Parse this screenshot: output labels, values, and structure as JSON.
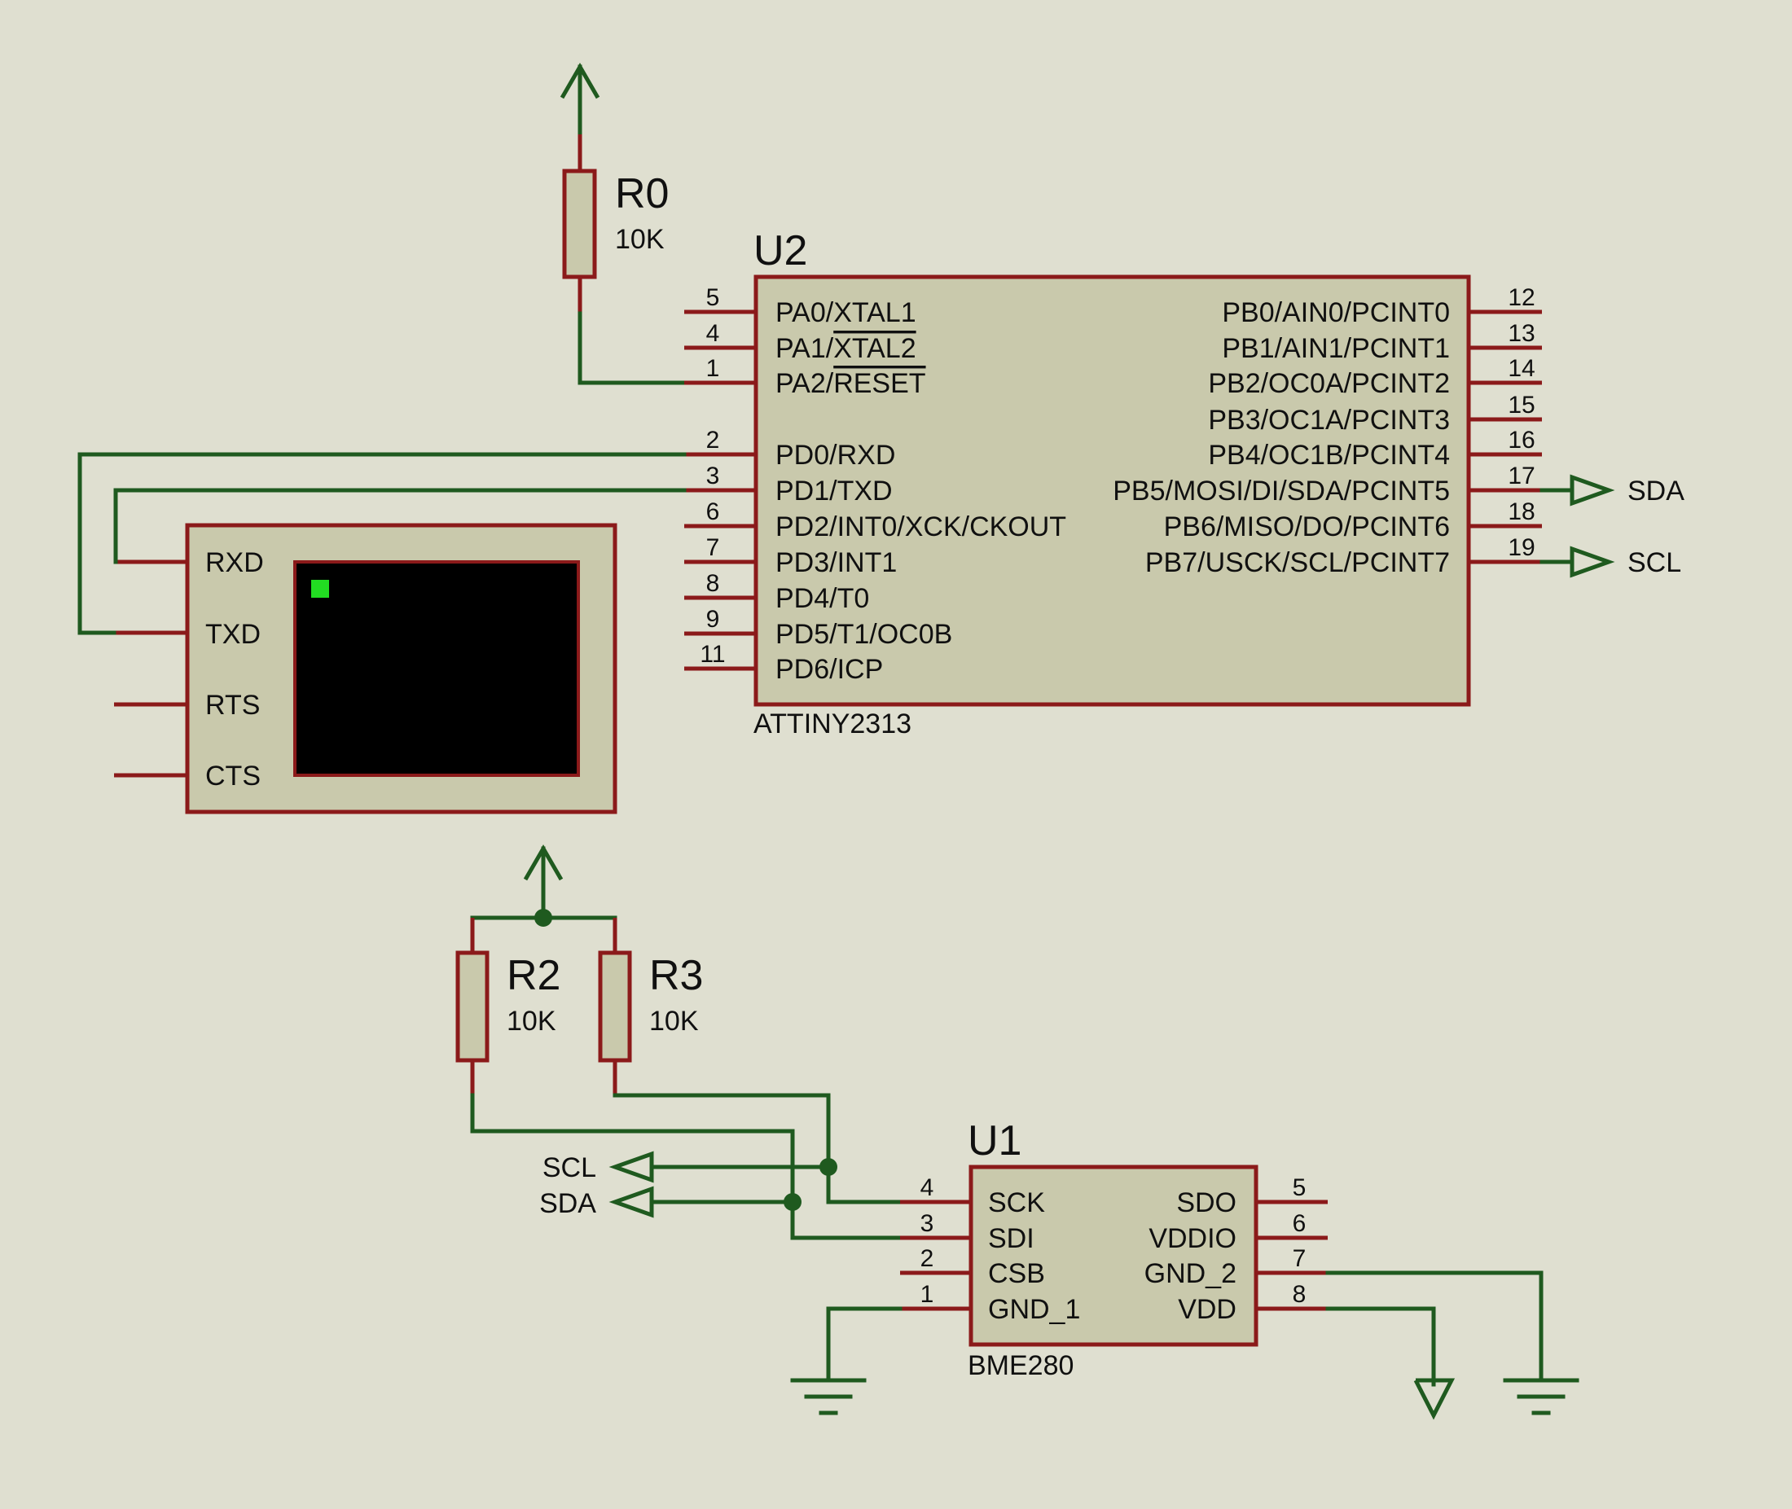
{
  "r0": {
    "ref": "R0",
    "value": "10K"
  },
  "r2": {
    "ref": "R2",
    "value": "10K"
  },
  "r3": {
    "ref": "R3",
    "value": "10K"
  },
  "u2": {
    "ref": "U2",
    "part": "ATTINY2313",
    "left_pins": [
      {
        "num": "5",
        "name": "PA0/XTAL1"
      },
      {
        "num": "4",
        "name": "PA1/XTAL2"
      },
      {
        "num": "1",
        "name": "PA2/RESET"
      },
      {
        "num": "2",
        "name": "PD0/RXD"
      },
      {
        "num": "3",
        "name": "PD1/TXD"
      },
      {
        "num": "6",
        "name": "PD2/INT0/XCK/CKOUT"
      },
      {
        "num": "7",
        "name": "PD3/INT1"
      },
      {
        "num": "8",
        "name": "PD4/T0"
      },
      {
        "num": "9",
        "name": "PD5/T1/OC0B"
      },
      {
        "num": "11",
        "name": "PD6/ICP"
      }
    ],
    "right_pins": [
      {
        "num": "12",
        "name": "PB0/AIN0/PCINT0"
      },
      {
        "num": "13",
        "name": "PB1/AIN1/PCINT1"
      },
      {
        "num": "14",
        "name": "PB2/OC0A/PCINT2"
      },
      {
        "num": "15",
        "name": "PB3/OC1A/PCINT3"
      },
      {
        "num": "16",
        "name": "PB4/OC1B/PCINT4"
      },
      {
        "num": "17",
        "name": "PB5/MOSI/DI/SDA/PCINT5"
      },
      {
        "num": "18",
        "name": "PB6/MISO/DO/PCINT6"
      },
      {
        "num": "19",
        "name": "PB7/USCK/SCL/PCINT7"
      }
    ]
  },
  "terminal": {
    "pins": [
      "RXD",
      "TXD",
      "RTS",
      "CTS"
    ]
  },
  "u1": {
    "ref": "U1",
    "part": "BME280",
    "left_pins": [
      {
        "num": "4",
        "name": "SCK"
      },
      {
        "num": "3",
        "name": "SDI"
      },
      {
        "num": "2",
        "name": "CSB"
      },
      {
        "num": "1",
        "name": "GND_1"
      }
    ],
    "right_pins": [
      {
        "num": "5",
        "name": "SDO"
      },
      {
        "num": "6",
        "name": "VDDIO"
      },
      {
        "num": "7",
        "name": "GND_2"
      },
      {
        "num": "8",
        "name": "VDD"
      }
    ]
  },
  "net_labels": {
    "sda_top": "SDA",
    "scl_top": "SCL",
    "scl_bottom": "SCL",
    "sda_bottom": "SDA"
  }
}
